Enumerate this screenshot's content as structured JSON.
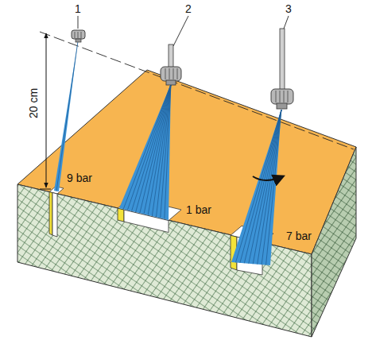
{
  "diagram": {
    "labels": [
      "1",
      "2",
      "3",
      "20 cm",
      "9 bar",
      "1 bar",
      "7 bar"
    ]
  }
}
